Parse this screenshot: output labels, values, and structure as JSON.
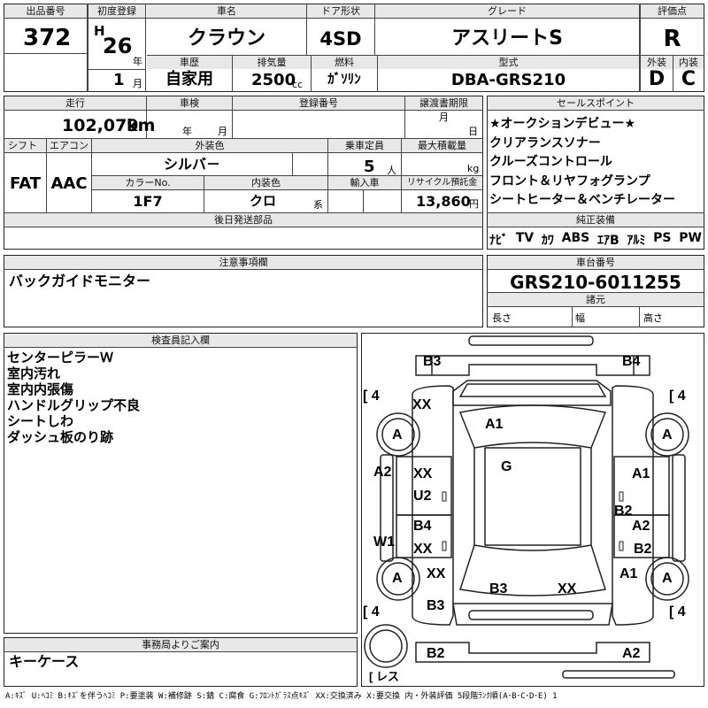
{
  "headers": {
    "lot_no": "出品番号",
    "first_reg": "初度登録",
    "car_name": "車名",
    "door": "ドア形状",
    "grade": "グレード",
    "score": "評価点",
    "history": "車歴",
    "displacement": "排気量",
    "fuel": "燃料",
    "model_code": "型式",
    "exterior": "外装",
    "interior": "内装",
    "mileage": "走行",
    "inspection": "車検",
    "reg_no": "登録番号",
    "transfer_deadline": "譲渡書期限",
    "sales_points": "セールスポイント",
    "shift": "シフト",
    "aircon": "エアコン",
    "ext_color": "外装色",
    "capacity": "乗車定員",
    "max_load": "最大積載量",
    "color_no": "カラーNo.",
    "int_color": "内装色",
    "import": "輸入車",
    "recycle": "リサイクル預託金",
    "later_parts": "後日発送部品",
    "genuine_equip": "純正装備",
    "caution": "注意事項欄",
    "chassis_no": "車台番号",
    "specs": "諸元",
    "inspector": "検査員記入欄",
    "office_notice": "事務局よりご案内"
  },
  "row1": {
    "lot_no": "372",
    "era": "H",
    "year": "26",
    "year_unit": "年",
    "month": "1",
    "month_unit": "月",
    "car_name": "クラウン",
    "door": "4SD",
    "grade": "アスリートS",
    "score": "R",
    "history": "自家用",
    "displacement": "2500",
    "displacement_unit": "cc",
    "fuel": "ｶﾞｿﾘﾝ",
    "model_code": "DBA-GRS210",
    "exterior": "D",
    "interior": "C"
  },
  "row2": {
    "mileage": "102,079",
    "mileage_unit": "km",
    "insp_year_unit": "年",
    "insp_month_unit": "月",
    "deadline_month_unit": "月",
    "deadline_day_unit": "日",
    "shift": "FAT",
    "aircon": "AAC",
    "ext_color": "シルバ－",
    "capacity": "5",
    "capacity_unit": "人",
    "load_unit": "kg",
    "color_no": "1F7",
    "int_color": "クロ",
    "int_color_unit": "系",
    "recycle": "13,860",
    "recycle_unit": "円"
  },
  "sales_points": [
    "★オークションデビュー★",
    "クリアランスソナー",
    "クルーズコントロール",
    "フロント＆リヤフォグランプ",
    "シートヒーター＆ベンチレーター"
  ],
  "equipment": [
    "ﾅﾋﾞ",
    "TV",
    "ｶﾜ",
    "ABS",
    "ｴｱB",
    "ｱﾙﾐ",
    "PS",
    "PW"
  ],
  "caution_text": "バックガイドモニター",
  "chassis_no": "GRS210-6011255",
  "specs": {
    "length": "長さ",
    "width": "幅",
    "height": "高さ"
  },
  "inspector_notes": [
    "センターピラーＷ",
    "室内汚れ",
    "室内内張傷",
    "ハンドルグリップ不良",
    "シートしわ",
    "ダッシュ板のり跡"
  ],
  "office_notes": "キーケース",
  "diagram": {
    "labels": [
      "B3",
      "B4",
      "4",
      "4",
      "XX",
      "A",
      "A",
      "A1",
      "A2",
      "G",
      "XX",
      "U2",
      "A1",
      "B2",
      "B4",
      "XX",
      "A2",
      "B2",
      "W1",
      "A",
      "XX",
      "A",
      "A1",
      "B3",
      "XX",
      "4",
      "B3",
      "4",
      "B2",
      "A2",
      "レス"
    ],
    "tire_4": "4"
  },
  "legend": "A:ｷｽﾞ U:ﾍｺﾐ B:ｷｽﾞを伴うﾍｺﾐ P:要塗装 W:補修跡 S:錆 C:腐食 G:ﾌﾛﾝﾄｶﾞﾗｽ点ｷｽﾞ XX:交換済み X:要交換 内・外装評価 5段階ﾗﾝｸ順(A･B･C･D･E) 1"
}
